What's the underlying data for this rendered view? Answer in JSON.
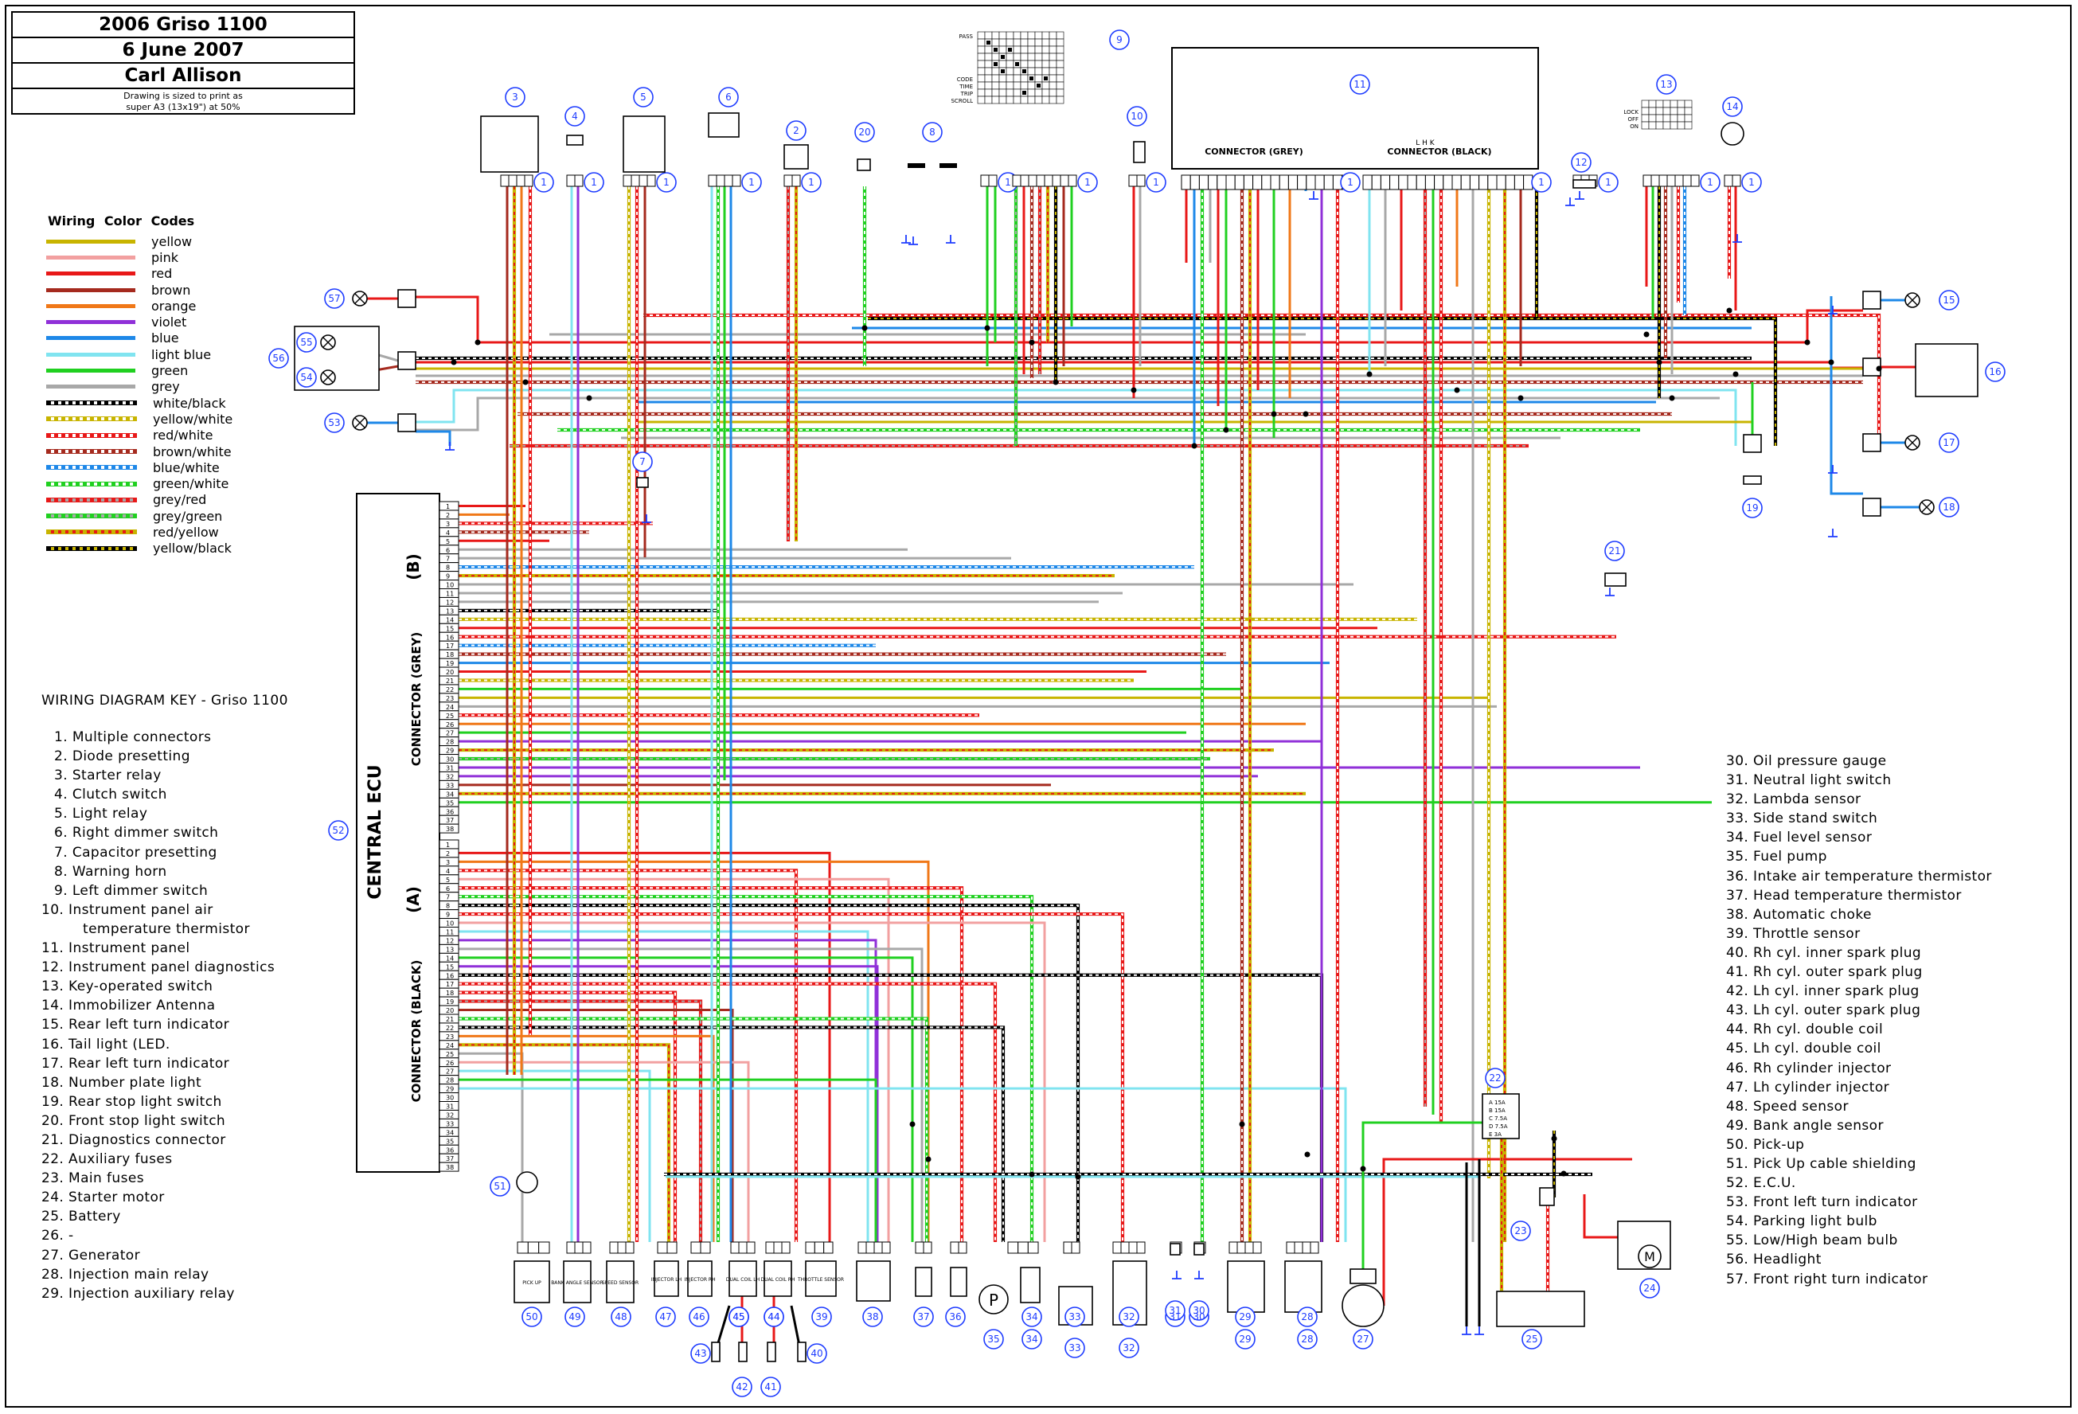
{
  "title_block": {
    "line1": "2006 Griso 1100",
    "line2": "6 June 2007",
    "line3": "Carl Allison",
    "note1": "Drawing is sized to print as",
    "note2": "super A3 (13x19\") at 50%"
  },
  "legend": {
    "title": "Wiring Color Codes",
    "entries": [
      {
        "label": "yellow",
        "c1": "#c8b400",
        "c2": ""
      },
      {
        "label": "pink",
        "c1": "#f2a0a0",
        "c2": ""
      },
      {
        "label": "red",
        "c1": "#e81818",
        "c2": ""
      },
      {
        "label": "brown",
        "c1": "#a52a1e",
        "c2": ""
      },
      {
        "label": "orange",
        "c1": "#f07818",
        "c2": ""
      },
      {
        "label": "violet",
        "c1": "#9030d8",
        "c2": ""
      },
      {
        "label": "blue",
        "c1": "#1e88e8",
        "c2": ""
      },
      {
        "label": "light blue",
        "c1": "#80e4f0",
        "c2": ""
      },
      {
        "label": "green",
        "c1": "#20d020",
        "c2": ""
      },
      {
        "label": "grey",
        "c1": "#a8a8a8",
        "c2": ""
      },
      {
        "label": "white/black",
        "c1": "#ffffff",
        "c2": "#000000"
      },
      {
        "label": "yellow/white",
        "c1": "#ffffff",
        "c2": "#c8b400"
      },
      {
        "label": "red/white",
        "c1": "#ffffff",
        "c2": "#e81818"
      },
      {
        "label": "brown/white",
        "c1": "#ffffff",
        "c2": "#a52a1e"
      },
      {
        "label": "blue/white",
        "c1": "#ffffff",
        "c2": "#1e88e8"
      },
      {
        "label": "green/white",
        "c1": "#ffffff",
        "c2": "#20d020"
      },
      {
        "label": "grey/red",
        "c1": "#a8a8a8",
        "c2": "#e81818"
      },
      {
        "label": "grey/green",
        "c1": "#a8a8a8",
        "c2": "#20d020"
      },
      {
        "label": "red/yellow",
        "c1": "#e81818",
        "c2": "#c8b400"
      },
      {
        "label": "yellow/black",
        "c1": "#c8b400",
        "c2": "#000000"
      }
    ]
  },
  "key_title": "WIRING DIAGRAM KEY - Griso 1100",
  "key_left": [
    "1. Multiple connectors",
    "2. Diode presetting",
    "3. Starter relay",
    "4. Clutch switch",
    "5. Light relay",
    "6. Right dimmer switch",
    "7. Capacitor presetting",
    "8. Warning horn",
    "9. Left dimmer switch",
    "10. Instrument panel air",
    "temperature thermistor",
    "11. Instrument panel",
    "12. Instrument panel diagnostics",
    "13. Key-operated switch",
    "14. Immobilizer Antenna",
    "15. Rear left turn indicator",
    "16. Tail light (LED.",
    "17. Rear left turn indicator",
    "18. Number plate light",
    "19. Rear stop light switch",
    "20. Front stop light switch",
    "21. Diagnostics connector",
    "22. Auxiliary fuses",
    "23. Main fuses",
    "24. Starter motor",
    "25. Battery",
    "26. -",
    "27. Generator",
    "28. Injection main relay",
    "29. Injection auxiliary relay"
  ],
  "key_right": [
    "30. Oil pressure gauge",
    "31. Neutral light switch",
    "32. Lambda sensor",
    "33. Side stand switch",
    "34. Fuel level sensor",
    "35. Fuel pump",
    "36. Intake air temperature thermistor",
    "37. Head temperature thermistor",
    "38. Automatic choke",
    "39. Throttle sensor",
    "40. Rh cyl. inner spark plug",
    "41. Rh cyl. outer spark plug",
    "42. Lh cyl. inner spark plug",
    "43. Lh cyl. outer spark plug",
    "44. Rh cyl. double coil",
    "45. Lh cyl. double coil",
    "46. Rh cylinder injector",
    "47. Lh cylinder injector",
    "48. Speed sensor",
    "49. Bank angle sensor",
    "50. Pick-up",
    "51. Pick Up cable shielding",
    "52. E.C.U.",
    "53. Front left turn indicator",
    "54. Parking light bulb",
    "55. Low/High beam bulb",
    "56. Headlight",
    "57. Front right turn indicator"
  ],
  "ecu": {
    "title": "CENTRAL ECU",
    "grey_label": "CONNECTOR (GREY)",
    "black_label": "CONNECTOR (BLACK)",
    "b_label": "(B)",
    "a_label": "(A)",
    "pin_numbers": [
      "1",
      "2",
      "3",
      "4",
      "5",
      "6",
      "7",
      "8",
      "9",
      "10",
      "11",
      "12",
      "13",
      "14",
      "15",
      "16",
      "17",
      "18",
      "19",
      "20",
      "21",
      "22",
      "23",
      "24",
      "25",
      "26",
      "27",
      "28",
      "29",
      "30",
      "31",
      "32",
      "33",
      "34",
      "35",
      "36",
      "37",
      "38"
    ]
  },
  "instrument_panel": {
    "grey_label": "CONNECTOR (GREY)",
    "black_label": "CONNECTOR (BLACK)",
    "lhk": "L H K"
  },
  "sensor_labels": {
    "pickup": "PICK UP",
    "bank": "BANK ANGLE SENSOR",
    "speed": "SPEED SENSOR",
    "inj_lh": "INJECTOR LH",
    "inj_rh": "INJECTOR RH",
    "coil_lh": "DUAL COIL LH",
    "coil_rh": "DUAL COIL RH",
    "throttle": "THROTTLE SENSOR",
    "pump": "P",
    "motor": "M"
  },
  "switch9_labels": [
    "PASS",
    "",
    "",
    "",
    "",
    "",
    "CODE",
    "TIME",
    "TRIP",
    "SCROLL"
  ],
  "switch13_labels": [
    "",
    "LOCK",
    "OFF",
    "ON"
  ],
  "fuse_labels": [
    "A 15A",
    "B 15A",
    "C 7.5A",
    "D 7.5A",
    "E 3A"
  ],
  "callouts": {
    "c1": "1",
    "c2": "2",
    "c3": "3",
    "c4": "4",
    "c5": "5",
    "c6": "6",
    "c7": "7",
    "c8": "8",
    "c9": "9",
    "c10": "10",
    "c11": "11",
    "c12": "12",
    "c13": "13",
    "c14": "14",
    "c15": "15",
    "c16": "16",
    "c17": "17",
    "c18": "18",
    "c19": "19",
    "c20": "20",
    "c21": "21",
    "c22": "22",
    "c23": "23",
    "c24": "24",
    "c25": "25",
    "c27": "27",
    "c28": "28",
    "c29": "29",
    "c30": "30",
    "c31": "31",
    "c32": "32",
    "c33": "33",
    "c34": "34",
    "c35": "35",
    "c36": "36",
    "c37": "37",
    "c38": "38",
    "c39": "39",
    "c40": "40",
    "c41": "41",
    "c42": "42",
    "c43": "43",
    "c44": "44",
    "c45": "45",
    "c46": "46",
    "c47": "47",
    "c48": "48",
    "c49": "49",
    "c50": "50",
    "c51": "51",
    "c52": "52",
    "c53": "53",
    "c54": "54",
    "c55": "55",
    "c56": "56",
    "c57": "57"
  }
}
